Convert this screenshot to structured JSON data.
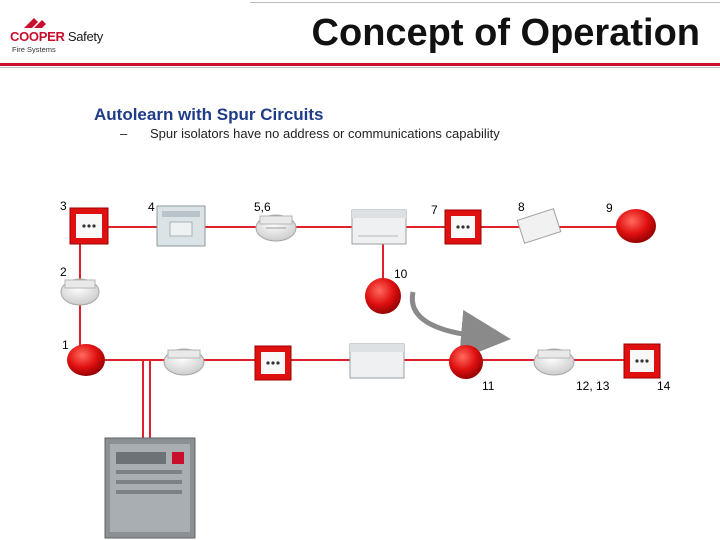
{
  "header": {
    "logo_brand": "COOPER",
    "logo_brand_accent": "Safety",
    "logo_sub": "Fire Systems",
    "title": "Concept of Operation"
  },
  "content": {
    "heading": "Autolearn with Spur Circuits",
    "bullet_dash": "–",
    "bullet": "Spur isolators have no address or communications capability"
  },
  "device_labels": {
    "d1": "1",
    "d2": "2",
    "d3": "3",
    "d4": "4",
    "d56": "5,6",
    "d7": "7",
    "d8": "8",
    "d9": "9",
    "d10": "10",
    "d11": "11",
    "d1213": "12, 13",
    "d14": "14"
  },
  "colors": {
    "loop_wire": "#e0202a",
    "brand_red": "#c8102e",
    "heading_blue": "#1f3c88",
    "arrow_grey": "#8a8a8a"
  }
}
